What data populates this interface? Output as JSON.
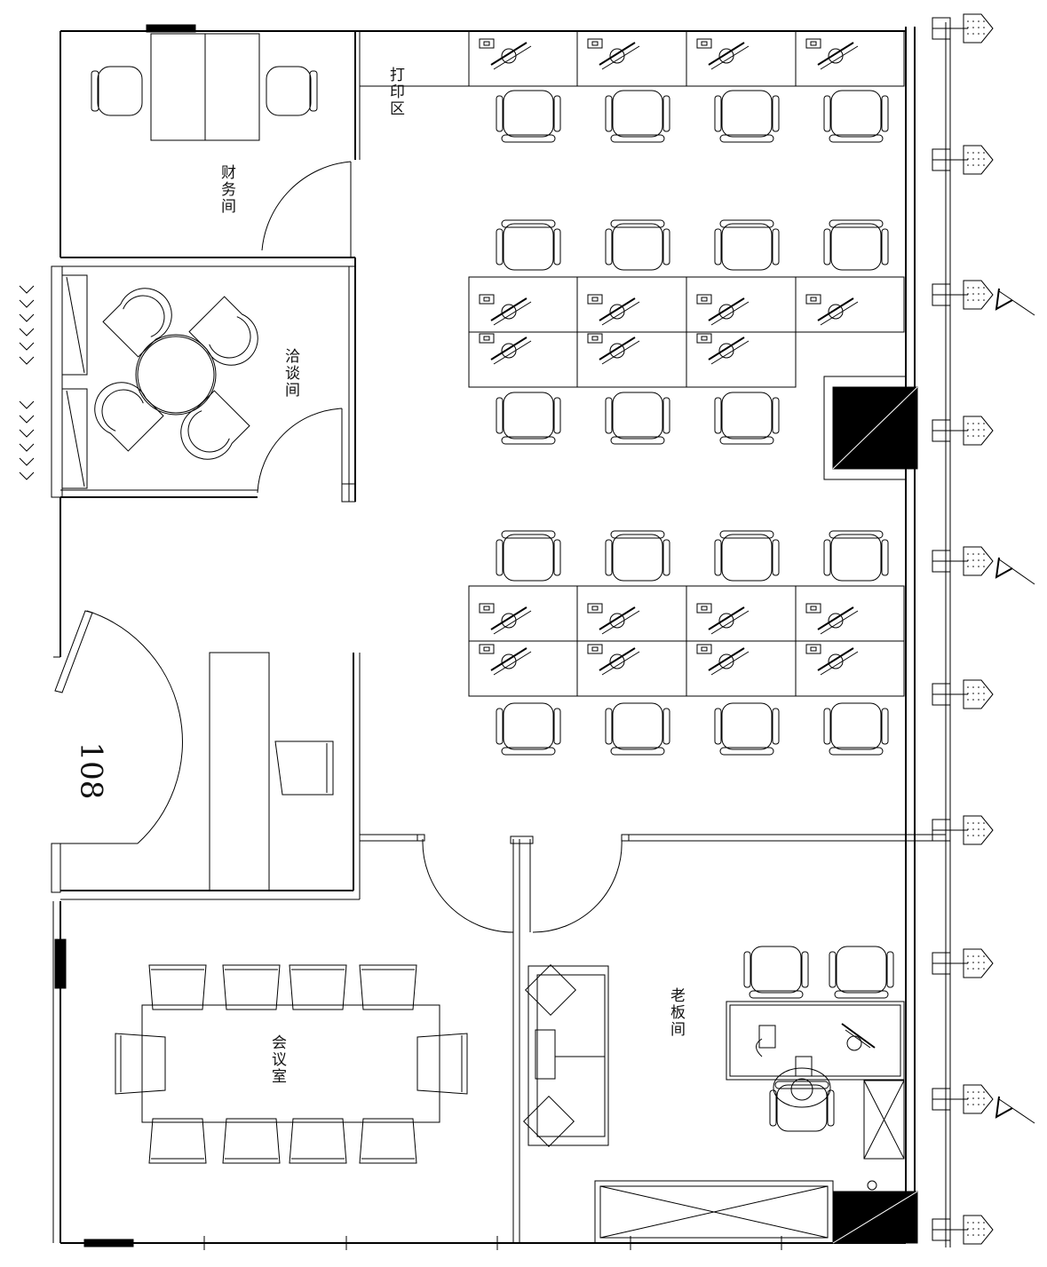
{
  "rooms": {
    "print_area": "打印区",
    "finance": "财务间",
    "negotiation": "洽谈间",
    "meeting": "会议室",
    "boss": "老板间"
  },
  "unit_number": "108",
  "colors": {
    "line": "#000000",
    "background": "#ffffff"
  }
}
